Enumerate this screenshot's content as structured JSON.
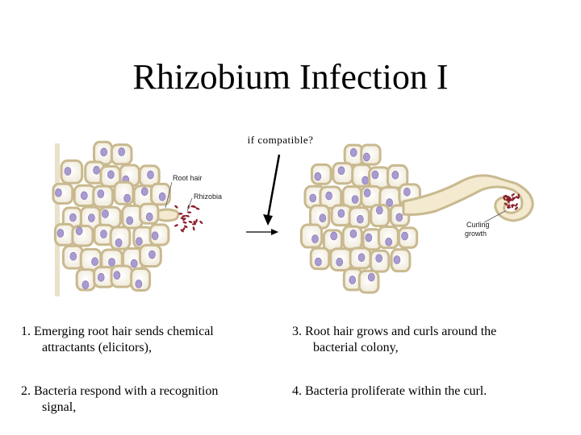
{
  "title": "Rhizobium Infection I",
  "question_label": "if compatible?",
  "left_panel": {
    "root_hair_label": "Root hair",
    "rhizobia_label": "Rhizobia"
  },
  "right_panel": {
    "curling_label_line1": "Curling",
    "curling_label_line2": "growth"
  },
  "steps": [
    {
      "num": "1.",
      "line1": "Emerging root hair sends chemical",
      "line2": "attractants (elicitors),"
    },
    {
      "num": "2.",
      "line1": "Bacteria respond with a recognition",
      "line2": "signal,"
    },
    {
      "num": "3.",
      "line1": "Root hair grows and curls around the",
      "line2": "bacterial colony,"
    },
    {
      "num": "4.",
      "line1": "Bacteria proliferate within the curl.",
      "line2": ""
    }
  ],
  "colors": {
    "cell_wall": "#c9b98f",
    "cell_fill": "#f7f4ea",
    "nucleus": "#a99bd0",
    "bacteria": "#8a1f2b"
  }
}
